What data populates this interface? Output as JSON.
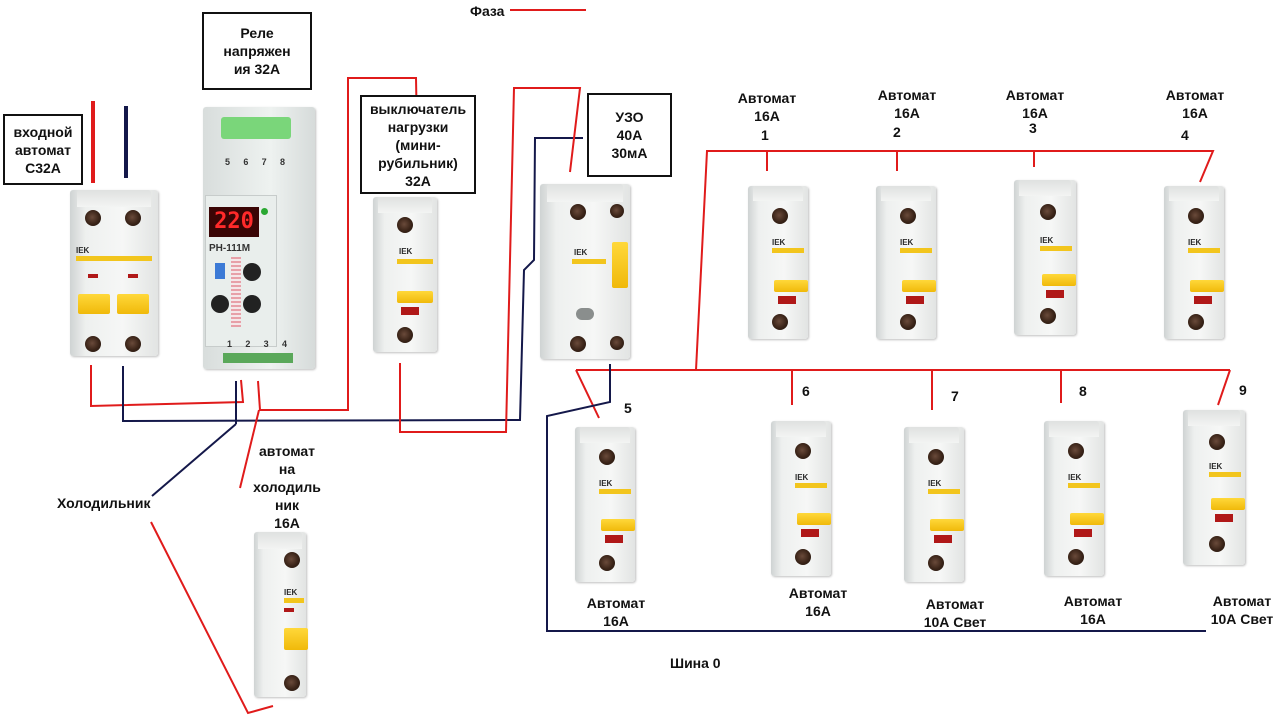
{
  "legend": {
    "phase_label": "Фаза",
    "phase_color": "#e01b1b",
    "neutral_color": "#14184a"
  },
  "devices": {
    "input_breaker": {
      "label": "входной\nавтомат\nС32А",
      "brand": "IEK"
    },
    "voltage_relay": {
      "label": "Реле\nнапряжен\nия 32А",
      "display": "220",
      "model": "РН-111М",
      "top_terminals": [
        "5",
        "6",
        "7",
        "8"
      ],
      "bottom_terminals": [
        "1",
        "2",
        "3",
        "4"
      ]
    },
    "load_switch": {
      "label": "выключатель\nнагрузки\n(мини-\nрубильник)\n32А",
      "brand": "IEK"
    },
    "rcd": {
      "label": "УЗО\n40А\n30мА",
      "brand": "IEK"
    },
    "fridge_breaker": {
      "label": "автомат\nна\nхолодиль\nник\n16А",
      "brand": "IEK"
    }
  },
  "fridge_label": "Холодильник",
  "neutral_bus_label": "Шина 0",
  "top_row": [
    {
      "label": "Автомат\n16А",
      "number": "1"
    },
    {
      "label": "Автомат\n16А",
      "number": "2"
    },
    {
      "label": "Автомат\n16А",
      "number": "3"
    },
    {
      "label": "Автомат\n16А",
      "number": "4"
    }
  ],
  "bottom_row": [
    {
      "label": "Автомат\n16А",
      "number": "5"
    },
    {
      "label": "Автомат\n16А",
      "number": "6"
    },
    {
      "label": "Автомат\n10А Свет",
      "number": "7"
    },
    {
      "label": "Автомат\n16А",
      "number": "8"
    },
    {
      "label": "Автомат\n10А Свет",
      "number": "9"
    }
  ],
  "breaker_brand": "IEK"
}
